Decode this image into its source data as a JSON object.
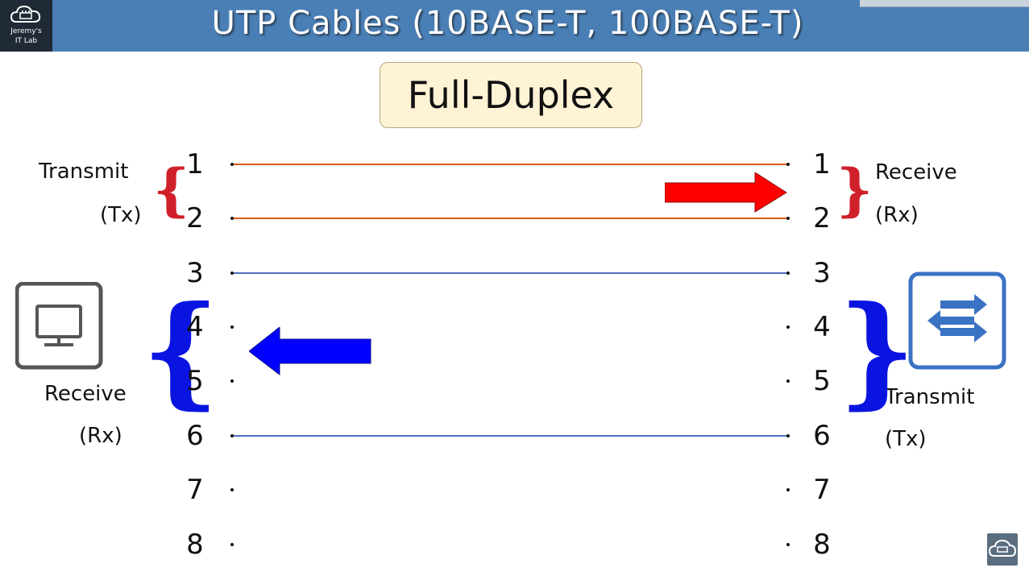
{
  "header": {
    "title": "UTP Cables (10BASE-T, 100BASE-T)",
    "logo_line1": "Jeremy's",
    "logo_line2": "IT Lab",
    "bar_color": "#4a7fb5"
  },
  "mode_label": "Full-Duplex",
  "left_side": {
    "tx_label": "Transmit",
    "tx_abbr": "(Tx)",
    "rx_label": "Receive",
    "rx_abbr": "(Rx)",
    "device_icon": "pc-icon"
  },
  "right_side": {
    "rx_label": "Receive",
    "rx_abbr": "(Rx)",
    "tx_label": "Transmit",
    "tx_abbr": "(Tx)",
    "device_icon": "switch-icon"
  },
  "pins_left": [
    "1",
    "2",
    "3",
    "4",
    "5",
    "6",
    "7",
    "8"
  ],
  "pins_right": [
    "1",
    "2",
    "3",
    "4",
    "5",
    "6",
    "7",
    "8"
  ],
  "colors": {
    "tx_wire": "#e05a1a",
    "rx_wire": "#4d6fbf",
    "red_arrow": "#ff0000",
    "blue_arrow": "#0000ff",
    "red_brace": "#d0202a",
    "blue_brace": "#0a14e0",
    "switch_blue": "#3a72c4",
    "pc_gray": "#555555"
  }
}
